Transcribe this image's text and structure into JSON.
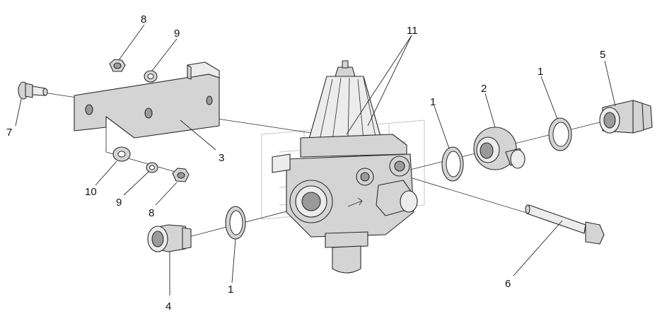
{
  "callouts": {
    "c8a": "8",
    "c9a": "9",
    "c7": "7",
    "c3": "3",
    "c10": "10",
    "c9b": "9",
    "c8b": "8",
    "c4": "4",
    "c1a": "1",
    "c11": "11",
    "c1b": "1",
    "c2": "2",
    "c1c": "1",
    "c5": "5",
    "c6": "6"
  }
}
